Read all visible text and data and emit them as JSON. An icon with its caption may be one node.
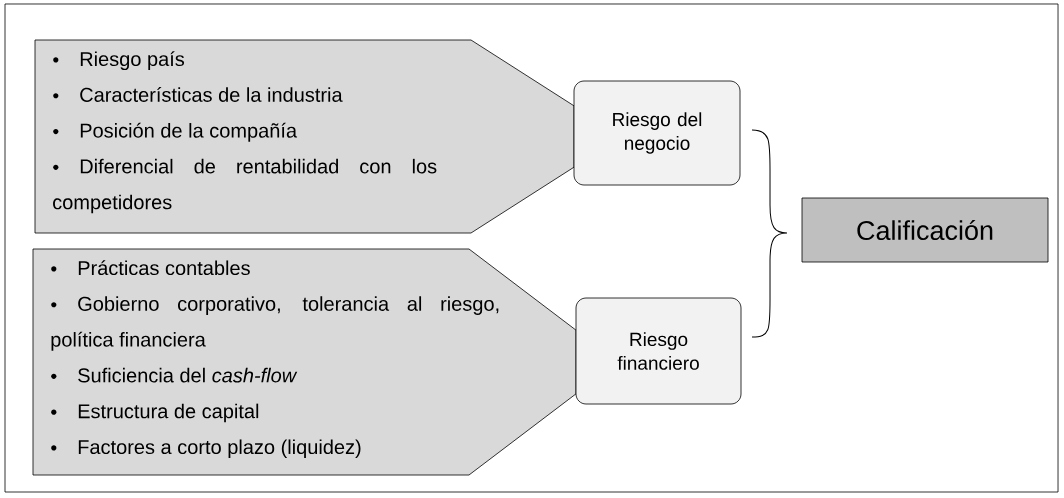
{
  "diagram": {
    "nodes": [
      {
        "text": [
          "Riesgo país",
          "Características de la industria",
          "Posición de la compañía",
          "Diferencial de rentabilidad con los competidores"
        ]
      },
      {
        "text": [
          "Riesgo del negocio"
        ]
      },
      {
        "text": [
          "Prácticas contables",
          "Gobierno corporativo, tolerancia al riesgo, política financiera",
          "Suficiencia del *cash-flow*",
          "Estructura de capital",
          "Factores a corto plazo (liquidez)"
        ]
      },
      {
        "text": [
          "Riesgo financiero"
        ]
      },
      {
        "text": [
          "Calificación"
        ]
      }
    ]
  }
}
